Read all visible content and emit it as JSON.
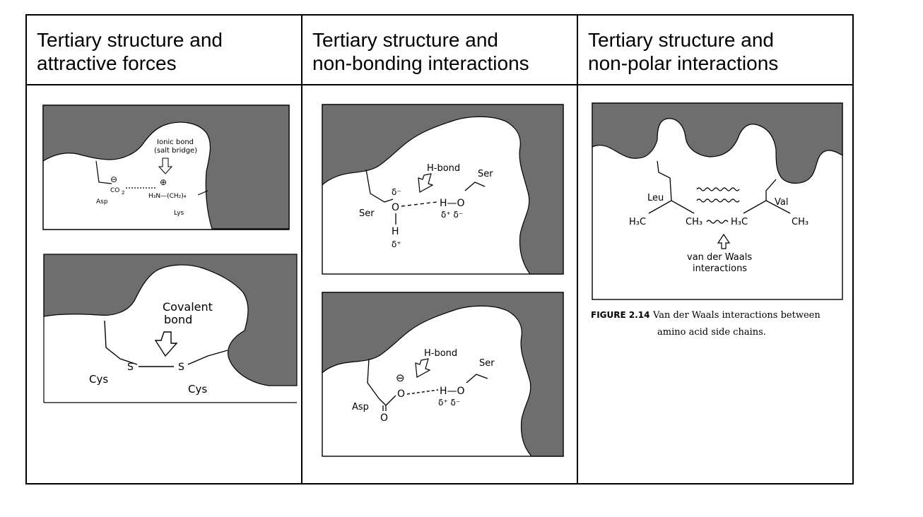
{
  "headers": [
    "Tertiary structure and\nattractive forces",
    "Tertiary structure and\nnon-bonding interactions",
    "Tertiary  structure and\nnon-polar interactions"
  ],
  "ionic": {
    "title_l1": "Ionic bond",
    "title_l2": "(salt bridge)",
    "minus": "⊖",
    "plus": "⊕",
    "co2": "CO",
    "co2_sub": "2",
    "amine": "H₃N—(CH₂)₄",
    "asp": "Asp",
    "lys": "Lys"
  },
  "covalent": {
    "title_l1": "Covalent",
    "title_l2": "bond",
    "s1": "S",
    "s2": "S",
    "cys1": "Cys",
    "cys2": "Cys"
  },
  "hbond1": {
    "title": "H-bond",
    "ser_left": "Ser",
    "ser_right": "Ser",
    "delta_minus": "δ⁻",
    "o": "O",
    "h": "H",
    "delta_plus": "δ⁺",
    "hydroxyl": "H—O",
    "deltas": "δ⁺  δ⁻"
  },
  "hbond2": {
    "title": "H-bond",
    "ser": "Ser",
    "asp": "Asp",
    "minus": "⊖",
    "o_bottom": "O",
    "o_ester": "O",
    "hydroxyl": "H—O",
    "deltas": "δ⁺  δ⁻"
  },
  "vdw": {
    "leu": "Leu",
    "val": "Val",
    "h3c_left": "H₃C",
    "ch3_mid": "CH₃",
    "h3c_mid": "H₃C",
    "ch3_right": "CH₃",
    "label_l1": "van der Waals",
    "label_l2": "interactions",
    "fig_label": "FIGURE 2.14",
    "fig_caption_l1": "Van der Waals interactions between",
    "fig_caption_l2": "amino acid side chains."
  }
}
